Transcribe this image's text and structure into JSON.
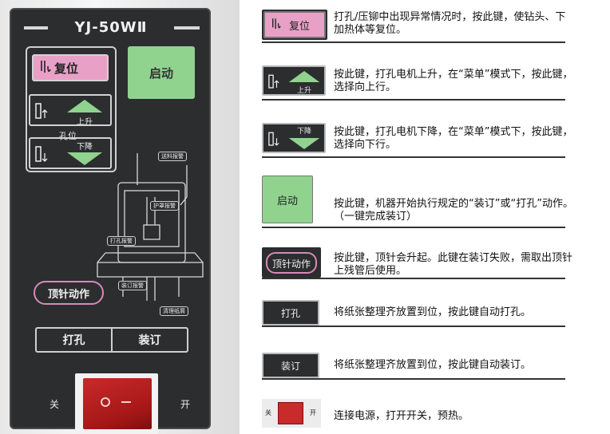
{
  "panel": {
    "model": "YJ-50WⅡ",
    "reset_label": "复位",
    "start_label": "启动",
    "up_label": "上升",
    "down_label": "下降",
    "hole_position_label": "孔位",
    "tags": {
      "feed_alarm": "送料报警",
      "guard_alarm": "护罩报警",
      "punch_alarm": "打孔报警",
      "bind_alarm": "装订报警",
      "clean_scrap": "清理纸屑"
    },
    "eject_label": "顶针动作",
    "punch_label": "打孔",
    "bind_label": "装订",
    "switch_off": "关",
    "switch_on": "开"
  },
  "legend": [
    {
      "key": "reset",
      "label": "复位",
      "text": "打孔/压铆中出现异常情况时，按此键，使钻头、下加热体等复位。"
    },
    {
      "key": "up",
      "label": "上升",
      "text": "按此键，打孔电机上升，在“菜单”模式下，按此键，选择向上行。"
    },
    {
      "key": "down",
      "label": "下降",
      "text": "按此键，打孔电机下降，在“菜单”模式下，按此键，选择向下行。"
    },
    {
      "key": "start",
      "label": "启动",
      "text": "按此键，机器开始执行规定的“装订”或“打孔”动作。（一键完成装订）"
    },
    {
      "key": "eject",
      "label": "顶针动作",
      "text": "按此键，顶针会升起。此键在装订失败，需取出顶针上残管后使用。"
    },
    {
      "key": "punch",
      "label": "打孔",
      "text": "将纸张整理齐放置到位，按此键自动打孔。"
    },
    {
      "key": "bind",
      "label": "装订",
      "text": "将纸张整理齐放置到位，按此键自动装订。"
    },
    {
      "key": "power",
      "off": "关",
      "on": "开",
      "text": "连接电源，打开开关，预热。"
    }
  ],
  "colors": {
    "panel": "#2c2d2f",
    "reset_pink": "#e8a0c6",
    "start_green": "#8fd38f",
    "switch_red": "#c92a2a"
  }
}
